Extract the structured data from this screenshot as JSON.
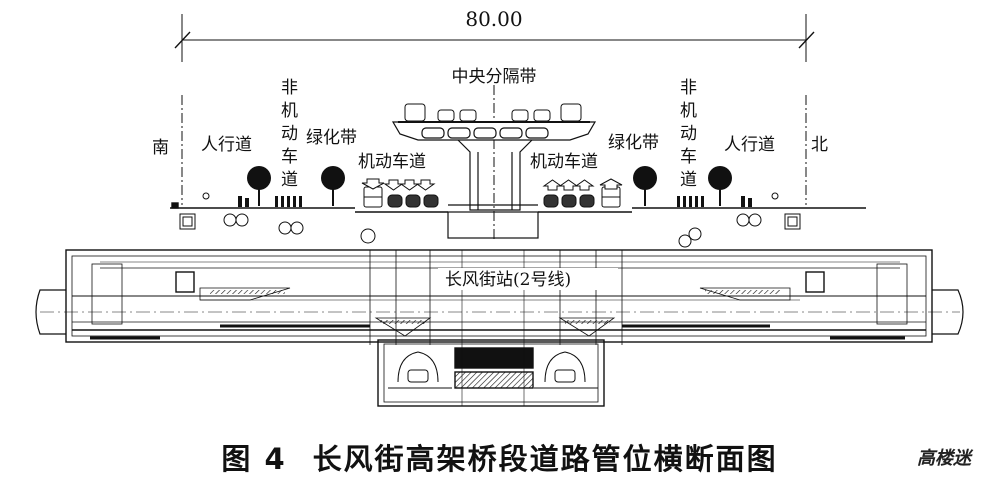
{
  "dimension": {
    "total_width": "80.00"
  },
  "labels": {
    "south": "南",
    "north": "北",
    "sidewalk_left": "人行道",
    "sidewalk_right": "人行道",
    "non_motor_left": [
      "非",
      "机",
      "动",
      "车",
      "道"
    ],
    "non_motor_right": [
      "非",
      "机",
      "动",
      "车",
      "道"
    ],
    "greenbelt_left": "绿化带",
    "greenbelt_right": "绿化带",
    "motor_lane_left": "机动车道",
    "motor_lane_right": "机动车道",
    "median": "中央分隔带"
  },
  "station": {
    "name": "长风街站(2号线)"
  },
  "caption": {
    "number": "图 4",
    "title": "长风街高架桥段道路管位横断面图"
  },
  "watermark": {
    "text": "高楼迷"
  }
}
